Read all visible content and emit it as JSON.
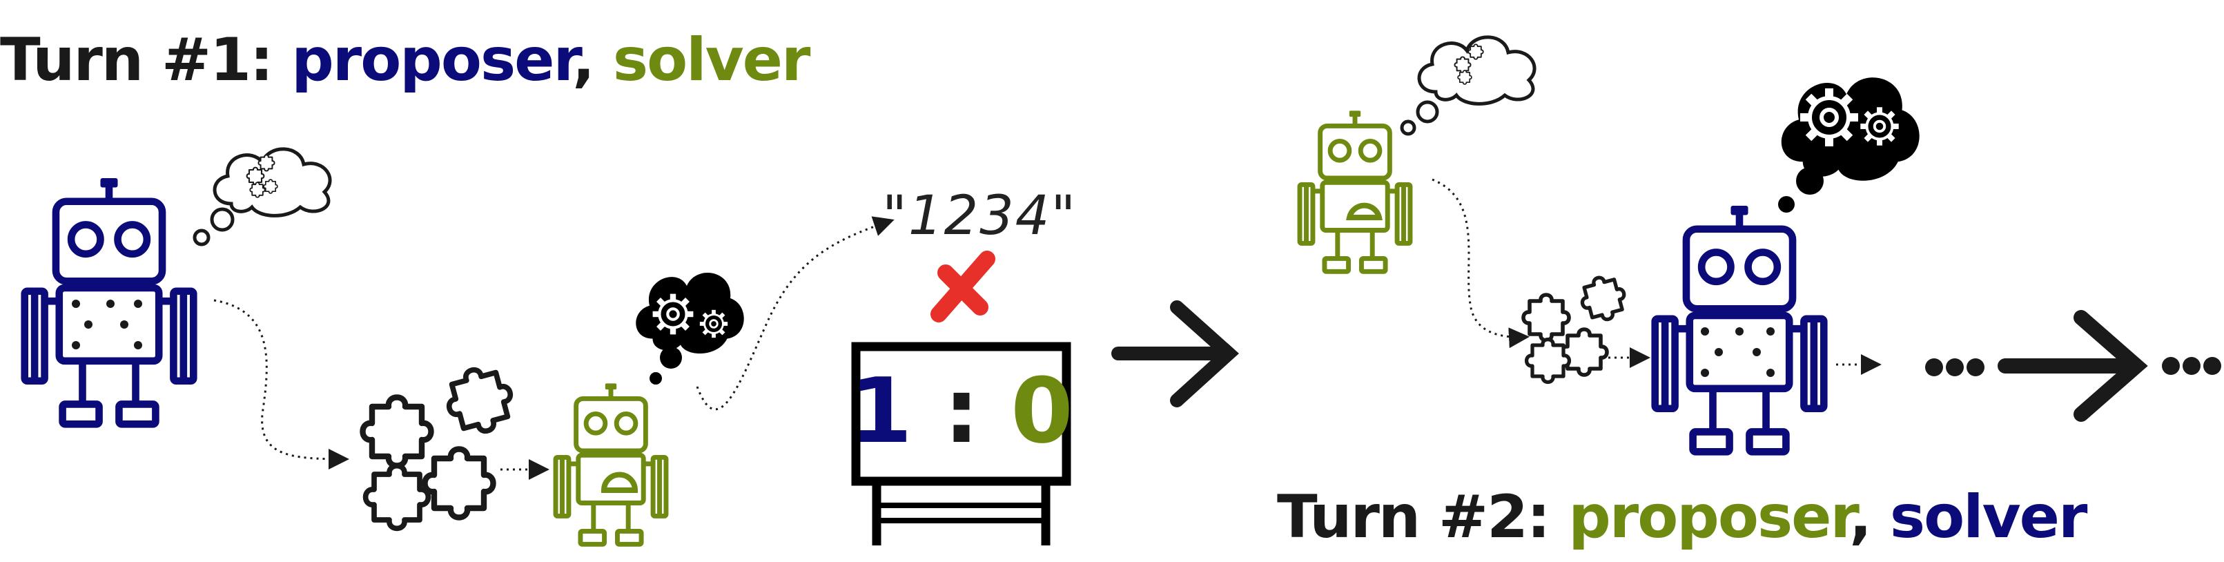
{
  "turn1": {
    "prefix": "Turn #1: ",
    "proposer": "proposer",
    "comma": ", ",
    "solver": "solver"
  },
  "turn2": {
    "prefix": "Turn #2: ",
    "proposer": "proposer",
    "comma": ", ",
    "solver": "solver"
  },
  "guess": "\"1234\"",
  "scoreboard": {
    "left": "1",
    "sep": " : ",
    "right": "0"
  },
  "colors": {
    "blue": "#0b0b7a",
    "green": "#6e8a10",
    "red": "#e8302a",
    "dark": "#1a1a1a"
  },
  "icons": [
    "robot-icon",
    "thought-cloud-icon",
    "puzzle-icon",
    "gears-icon",
    "cross-icon",
    "scoreboard-icon",
    "arrow-icon"
  ]
}
